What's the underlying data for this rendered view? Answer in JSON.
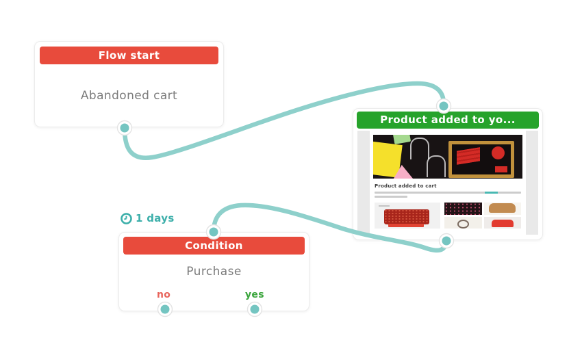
{
  "flow_start_node": {
    "header_label": "Flow start",
    "trigger_name": "Abandoned cart"
  },
  "delay_badge": {
    "icon": "clock-icon",
    "label": "1 days"
  },
  "email_node": {
    "header_label": "Product added to yo...",
    "email_preview": {
      "heading": "Product added to cart"
    }
  },
  "condition_node": {
    "header_label": "Condition",
    "condition_name": "Purchase",
    "no_label": "no",
    "yes_label": "yes"
  },
  "colors": {
    "node_header_red": "#e84b3c",
    "node_header_green": "#26a32b",
    "connector_line": "#8ed0cb",
    "connector_dot": "#74c5c1",
    "delay_text": "#3cafaa",
    "no_label": "#e8655c",
    "yes_label": "#3aa53c",
    "body_text": "#7b7b7b"
  }
}
